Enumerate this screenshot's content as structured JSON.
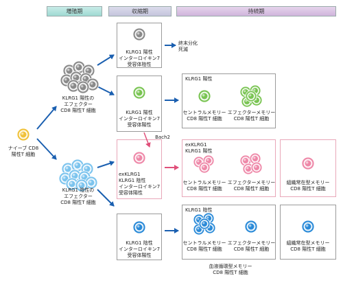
{
  "phases": {
    "expansion": "増殖期",
    "contraction": "収縮期",
    "maintenance": "持続期"
  },
  "naive": "ナイーブ CD8\n陽性T 細胞",
  "effector_pos": "KLRG1 陽性の\nエフェクター\nCD8 陽性T 細胞",
  "effector_neg": "KLRG1 陰性の\nエフェクター\nCD8 陽性T 細胞",
  "box1": "KLRG1 陽性\nインターロイキン7\n受容体陰性",
  "terminal": "終末分化\n死滅",
  "box2": "KLRG1 陽性\nインターロイキン7\n受容体陽性",
  "box3": "exKLRG1\nKLRG1 陰性\nインターロイキン7\n受容体陽性",
  "box4": "KLRG1 陰性\nインターロイキン7\n受容体陽性",
  "bach2": "Bach2",
  "group_pos_title": "KLRG1 陽性",
  "group_ex_title": "exKLRG1\nKLRG1 陽性",
  "group_neg_title": "KLRG1 陰性",
  "central_memory": "セントラルメモリー\nCD8 陽性T 細胞",
  "effector_memory": "エフェクターメモリー\nCD8 陽性T 細胞",
  "tissue_resident": "組織常在型メモリー\nCD8 陽性T 細胞",
  "circulating": "血液循環型メモリー\nCD8 陽性T 細胞",
  "colors": {
    "arrow": "#1a5fb0",
    "pink_arrow": "#e0507a",
    "gray": "#8a8a8a",
    "green": "#79c452",
    "pink": "#ee88a8",
    "blue": "#2a8ad8",
    "lightblue": "#7cc4ee",
    "yellow": "#f0c23a"
  }
}
